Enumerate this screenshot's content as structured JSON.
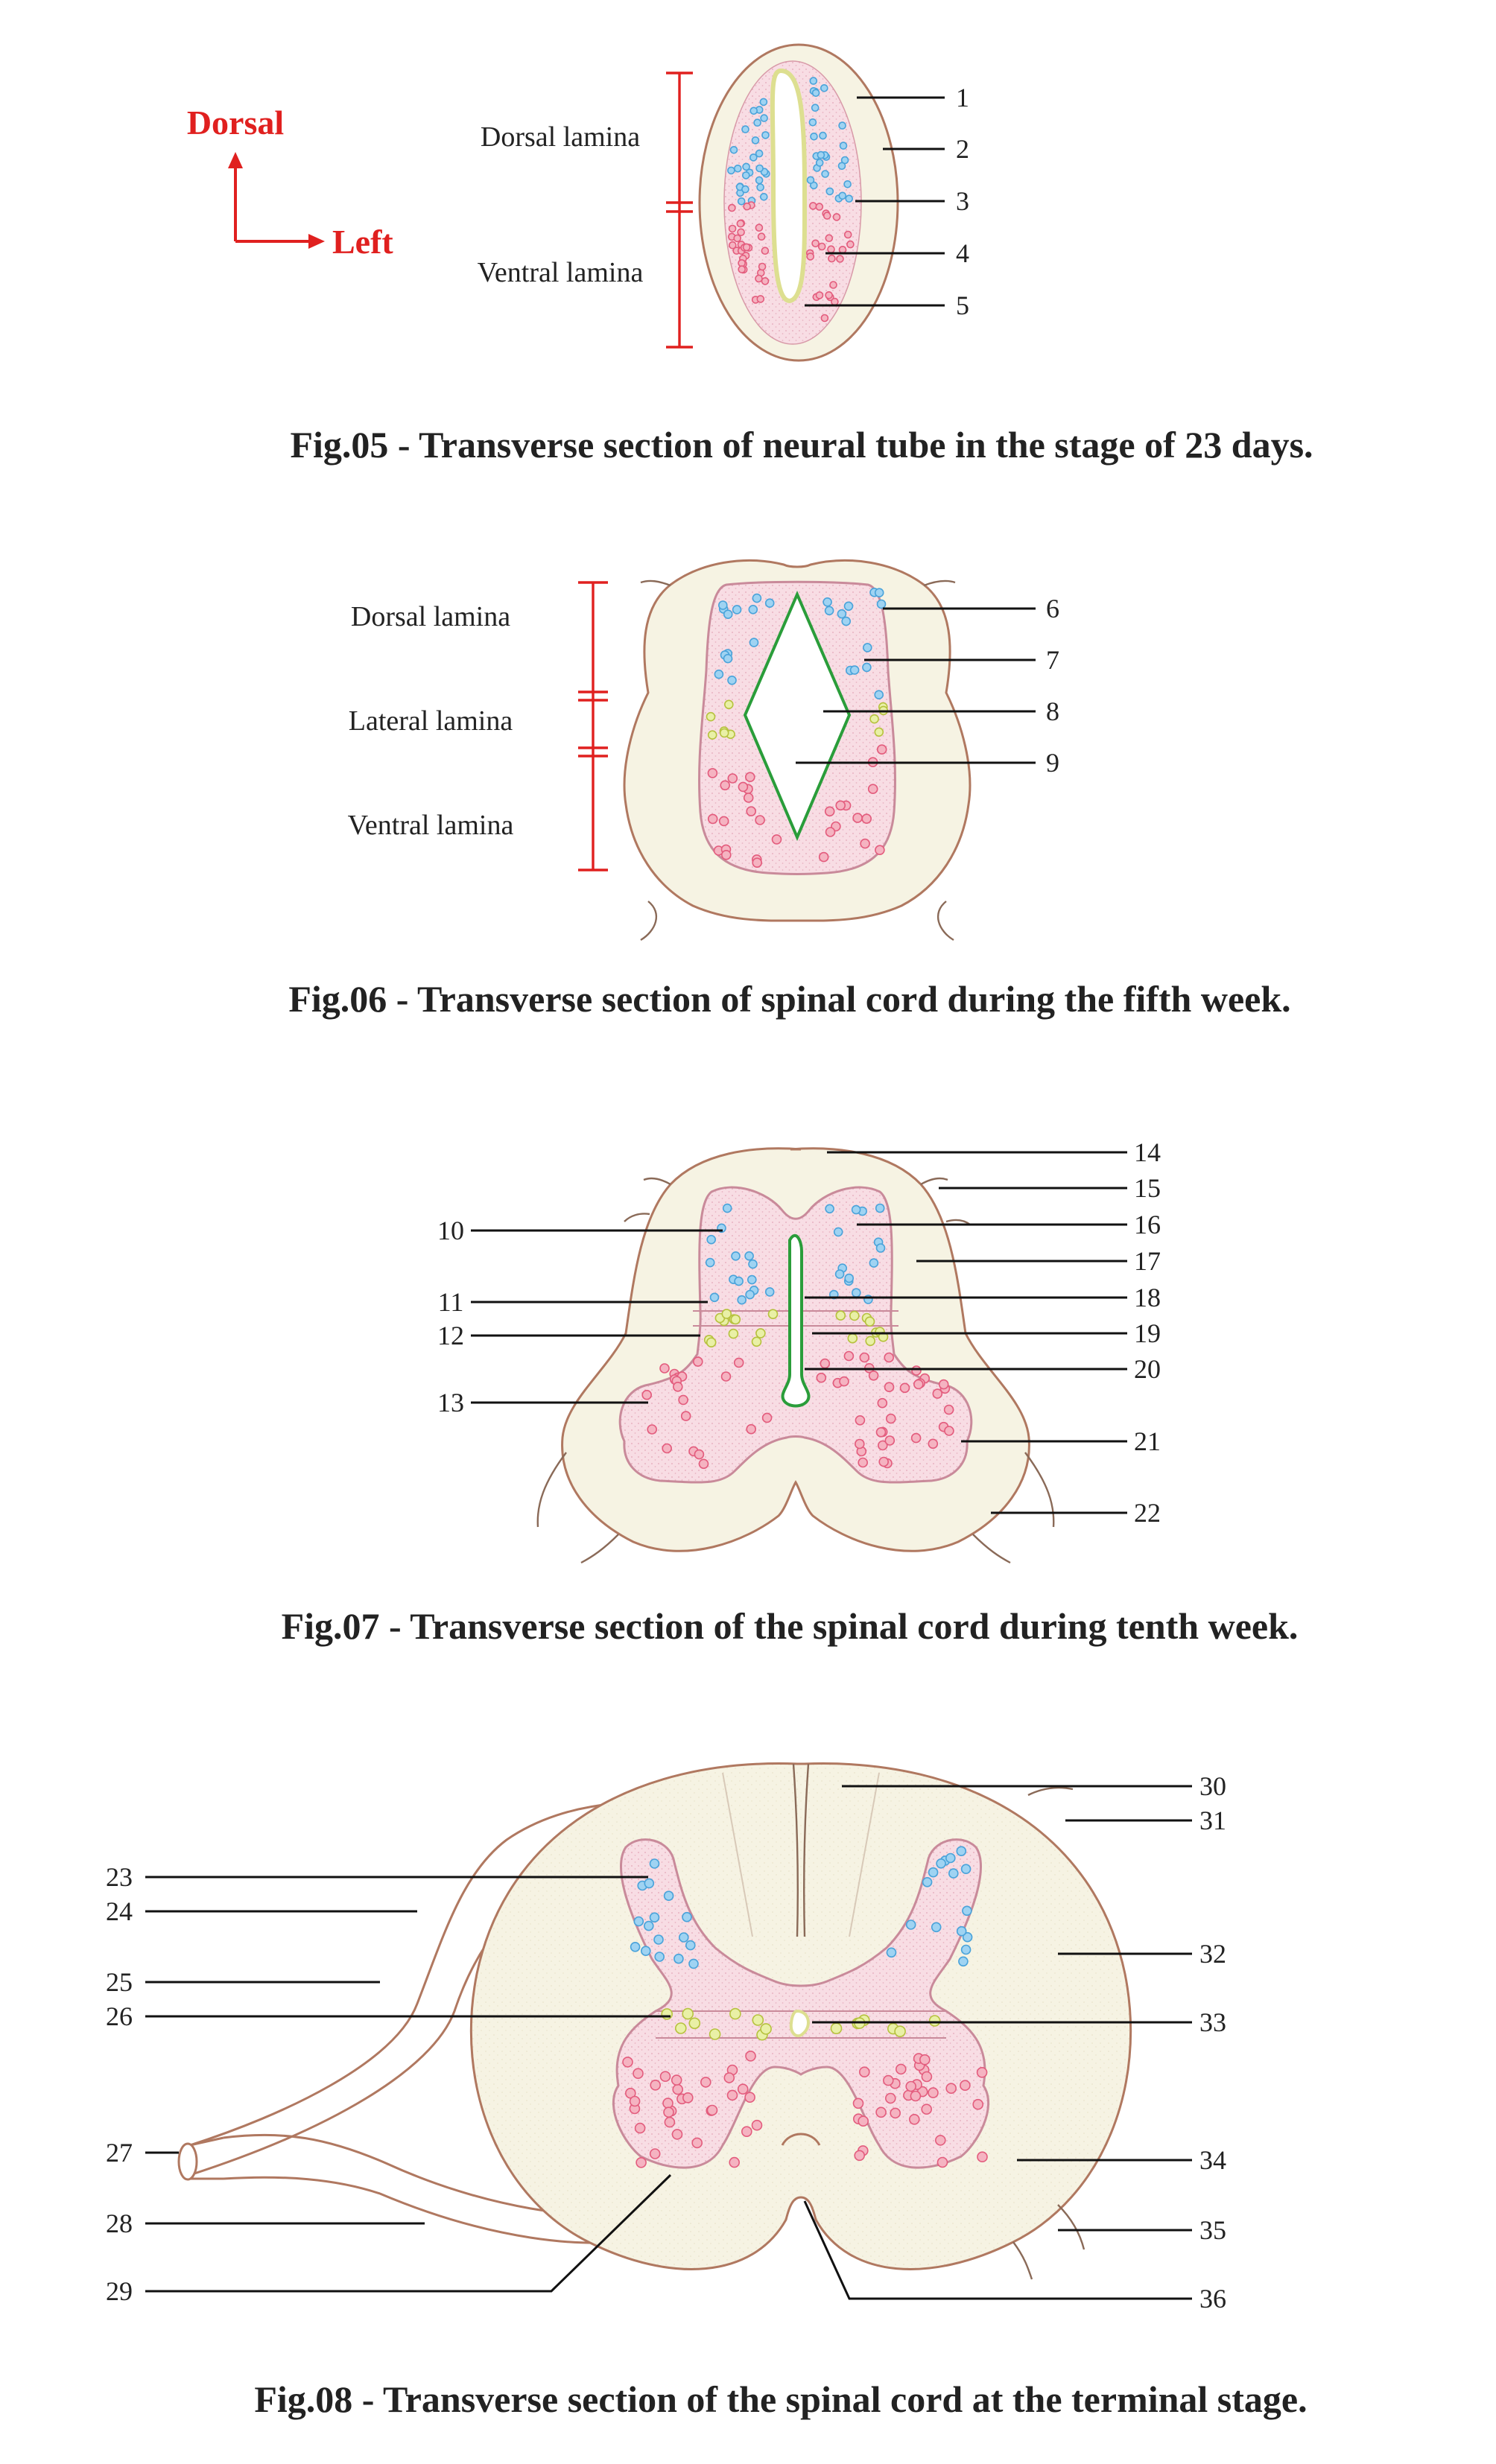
{
  "orientation": {
    "dorsal": "Dorsal",
    "left": "Left"
  },
  "fig05": {
    "caption": "Fig.05 - Transverse section of neural tube in the stage of 23 days.",
    "laminae": [
      "Dorsal lamina",
      "Ventral lamina"
    ],
    "labels": [
      "1",
      "2",
      "3",
      "4",
      "5"
    ]
  },
  "fig06": {
    "caption": "Fig.06 - Transverse section of spinal cord during the fifth week.",
    "laminae": [
      "Dorsal lamina",
      "Lateral lamina",
      "Ventral lamina"
    ],
    "labels": [
      "6",
      "7",
      "8",
      "9"
    ]
  },
  "fig07": {
    "caption": "Fig.07 - Transverse section of the spinal cord during tenth week.",
    "labels_left": [
      "10",
      "11",
      "12",
      "13"
    ],
    "labels_right": [
      "14",
      "15",
      "16",
      "17",
      "18",
      "19",
      "20",
      "21",
      "22"
    ]
  },
  "fig08": {
    "caption": "Fig.08 - Transverse section of the spinal cord at the terminal stage.",
    "labels_left": [
      "23",
      "24",
      "25",
      "26",
      "27",
      "28",
      "29"
    ],
    "labels_right": [
      "30",
      "31",
      "32",
      "33",
      "34",
      "35",
      "36"
    ]
  },
  "colors": {
    "arrow": "#e0201f",
    "outline": "#b07860",
    "white_matter": "#f6f3e3",
    "gray_matter": "#f8dde4",
    "dorsal_cells": "#9fd3f2",
    "ventral_cells": "#f5b3c1",
    "lateral_cells": "#e9f0a6",
    "ependyma": "#2a9d3a"
  }
}
